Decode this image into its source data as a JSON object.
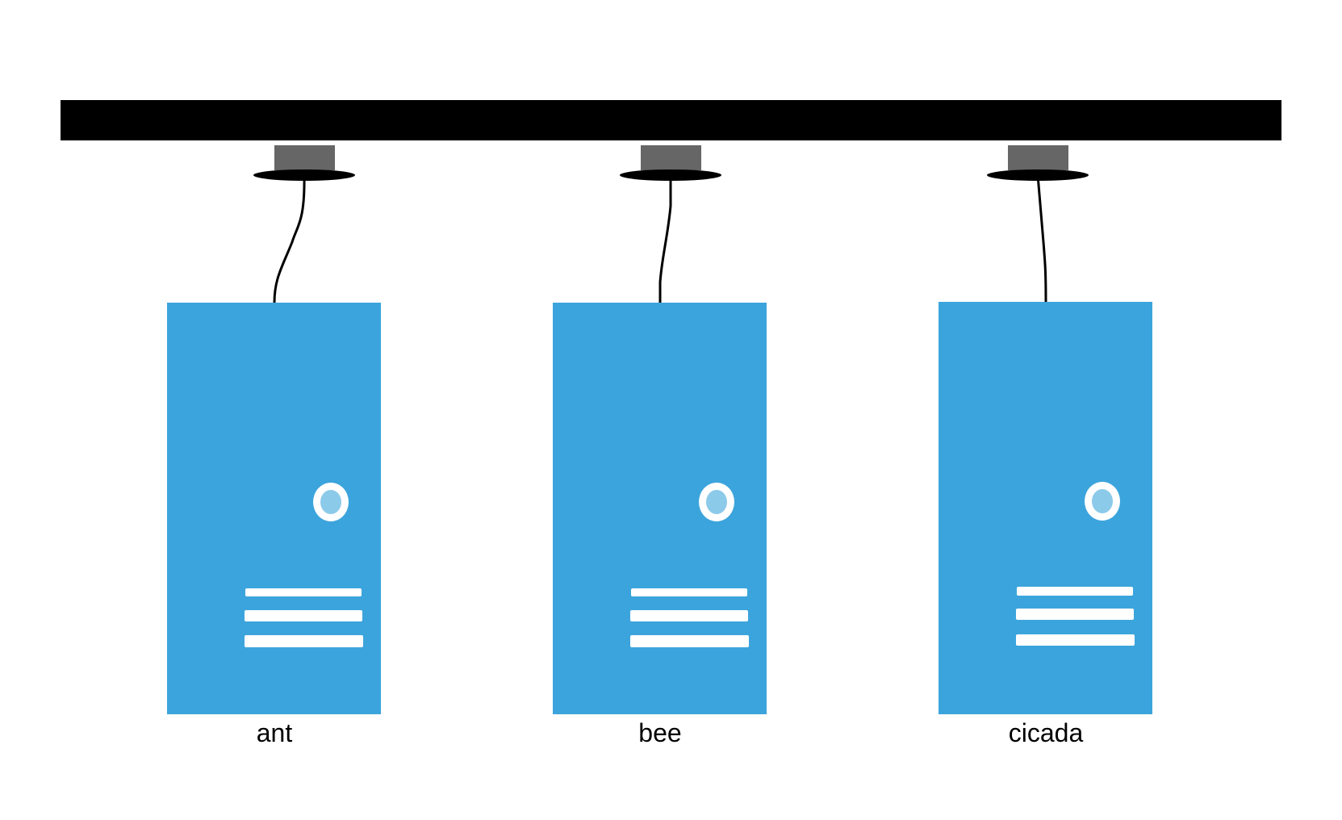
{
  "colors": {
    "background": "#ffffff",
    "bus": "#000000",
    "port": "#666666",
    "cable": "#000000",
    "server_body": "#3ca4dc",
    "server_light_ring": "#ffffff",
    "server_light_center": "#8ccaea",
    "server_slot": "#ffffff"
  },
  "bus": {
    "icon": "network-bus-bar"
  },
  "servers": [
    {
      "label": "ant",
      "icon": "server-tower-icon"
    },
    {
      "label": "bee",
      "icon": "server-tower-icon"
    },
    {
      "label": "cicada",
      "icon": "server-tower-icon"
    }
  ]
}
